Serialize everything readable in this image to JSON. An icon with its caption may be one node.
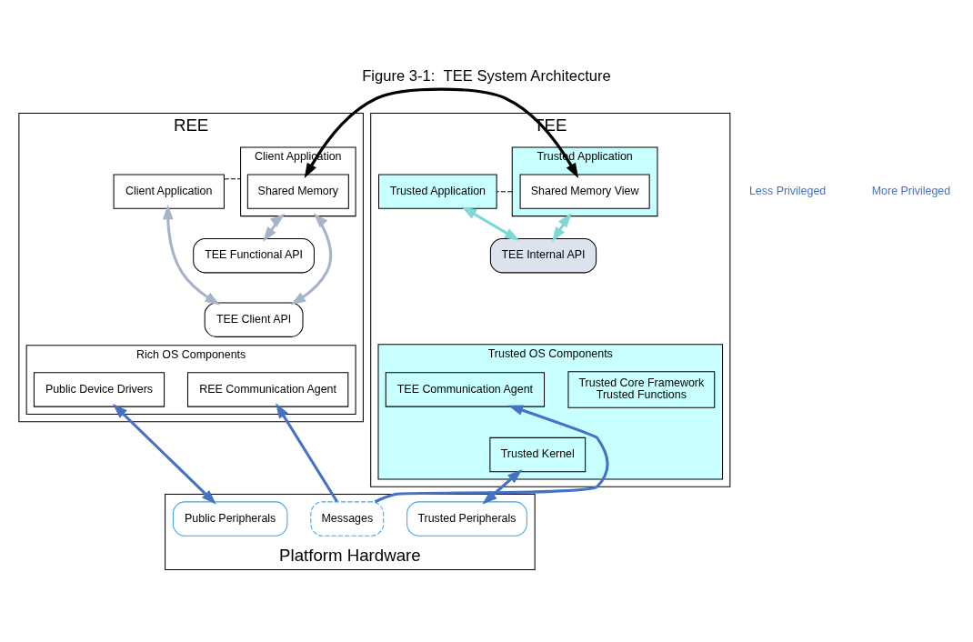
{
  "diagram": {
    "title": "Figure 3-1:  TEE System Architecture",
    "nodes": [
      {
        "text": [
          "REE"
        ]
      },
      {
        "text": [
          "Client Application"
        ],
        "in": 0
      },
      {
        "text": [
          "Client Application"
        ],
        "in": 0
      },
      {
        "text": [
          "Shared Memory"
        ],
        "in": 2
      },
      {
        "text": [
          "TEE Functional API"
        ],
        "in": 0
      },
      {
        "text": [
          "TEE Client API"
        ],
        "in": 0
      },
      {
        "text": [
          "Rich OS Components"
        ],
        "in": 0
      },
      {
        "text": [
          "Public Device Drivers"
        ],
        "in": 6
      },
      {
        "text": [
          "REE Communication Agent"
        ],
        "in": 6
      },
      {
        "text": [
          "TEE"
        ]
      },
      {
        "text": [
          "Trusted Application"
        ],
        "in": 9
      },
      {
        "text": [
          "Shared Memory View"
        ],
        "in": 10
      },
      {
        "text": [
          "Trusted Application"
        ],
        "in": 9
      },
      {
        "text": [
          "TEE Internal API"
        ],
        "in": 9
      },
      {
        "text": [
          "Trusted OS Components"
        ],
        "in": 9
      },
      {
        "text": [
          "TEE Communication Agent"
        ],
        "in": 14
      },
      {
        "text": [
          "Trusted Core Framework",
          "Trusted Functions"
        ],
        "in": 14
      },
      {
        "text": [
          "Trusted Kernel"
        ],
        "in": 14
      },
      {
        "text": [
          "Platform Hardware"
        ]
      },
      {
        "text": [
          "Public Peripherals"
        ],
        "in": 18
      },
      {
        "text": [
          "Messages"
        ],
        "in": 18
      },
      {
        "text": [
          "Trusted Peripherals"
        ],
        "in": 18
      }
    ],
    "edges": [
      {
        "from": 1,
        "to": 2,
        "arrow": "none",
        "style": "dashed",
        "color": "#000000"
      },
      {
        "from": 11,
        "to": 3,
        "arrow": "both",
        "color": "#000000"
      },
      {
        "from": 10,
        "to": 12,
        "arrow": "none",
        "style": "dashed",
        "color": "#000000"
      },
      {
        "from": 1,
        "to": 5,
        "arrow": "both",
        "color": "#a6b4c8"
      },
      {
        "from": 2,
        "to": 4,
        "arrow": "both",
        "color": "#a6b4c8"
      },
      {
        "from": 2,
        "to": 5,
        "arrow": "both",
        "color": "#a6b4c8"
      },
      {
        "from": 10,
        "to": 13,
        "arrow": "both",
        "color": "#7fd8d8"
      },
      {
        "from": 12,
        "to": 13,
        "arrow": "both",
        "color": "#7fd8d8"
      },
      {
        "from": 7,
        "to": 19,
        "arrow": "both",
        "color": "#4472c4"
      },
      {
        "from": 20,
        "to": 8,
        "arrow": "to",
        "color": "#4472c4"
      },
      {
        "from": 20,
        "to": 15,
        "arrow": "to",
        "color": "#4472c4"
      },
      {
        "from": 17,
        "to": 21,
        "arrow": "both",
        "color": "#4472c4"
      }
    ],
    "labels": [
      "Less Privileged",
      "More Privileged"
    ]
  }
}
